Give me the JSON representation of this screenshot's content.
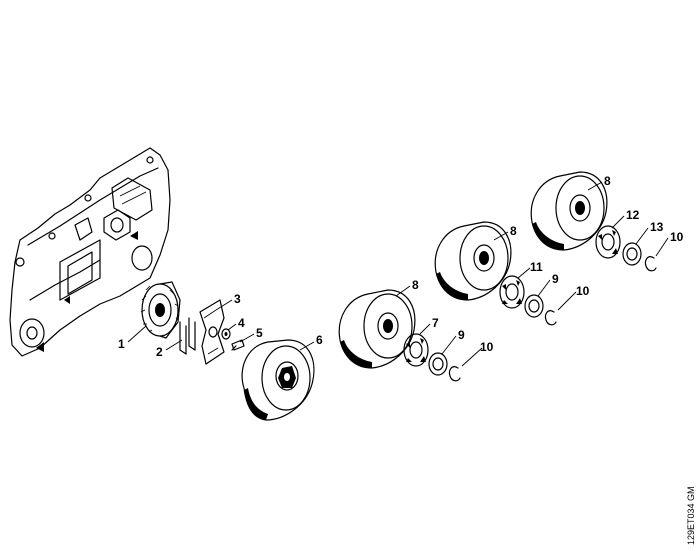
{
  "diagram": {
    "code": "129ET034 GM",
    "parts": [
      {
        "id": "crankcase",
        "name": "crankcase-icon"
      },
      {
        "id": "p1",
        "label": "1"
      },
      {
        "id": "p2",
        "label": "2"
      },
      {
        "id": "p3",
        "label": "3"
      },
      {
        "id": "p4",
        "label": "4"
      },
      {
        "id": "p5",
        "label": "5"
      },
      {
        "id": "p6",
        "label": "6"
      },
      {
        "id": "p7",
        "label": "7"
      },
      {
        "id": "p8a",
        "label": "8"
      },
      {
        "id": "p8b",
        "label": "8"
      },
      {
        "id": "p8c",
        "label": "8"
      },
      {
        "id": "p9a",
        "label": "9"
      },
      {
        "id": "p9b",
        "label": "9"
      },
      {
        "id": "p10a",
        "label": "10"
      },
      {
        "id": "p10b",
        "label": "10"
      },
      {
        "id": "p10c",
        "label": "10"
      },
      {
        "id": "p11",
        "label": "11"
      },
      {
        "id": "p12",
        "label": "12"
      },
      {
        "id": "p13",
        "label": "13"
      }
    ]
  }
}
